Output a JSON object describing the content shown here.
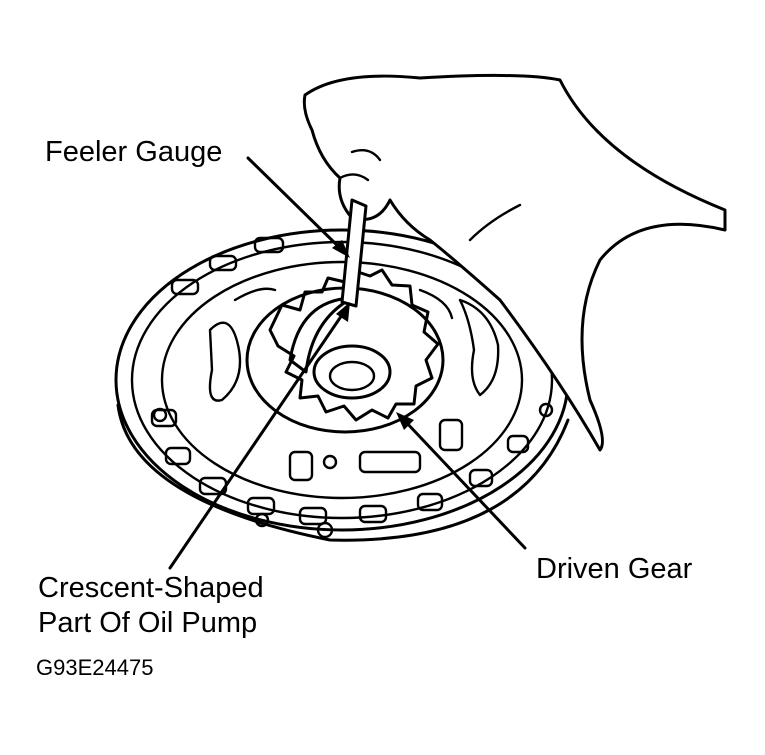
{
  "labels": {
    "feeler_gauge": "Feeler Gauge",
    "driven_gear": "Driven Gear",
    "crescent_line1": "Crescent-Shaped",
    "crescent_line2": "Part Of Oil Pump"
  },
  "figure_code": "G93E24475"
}
